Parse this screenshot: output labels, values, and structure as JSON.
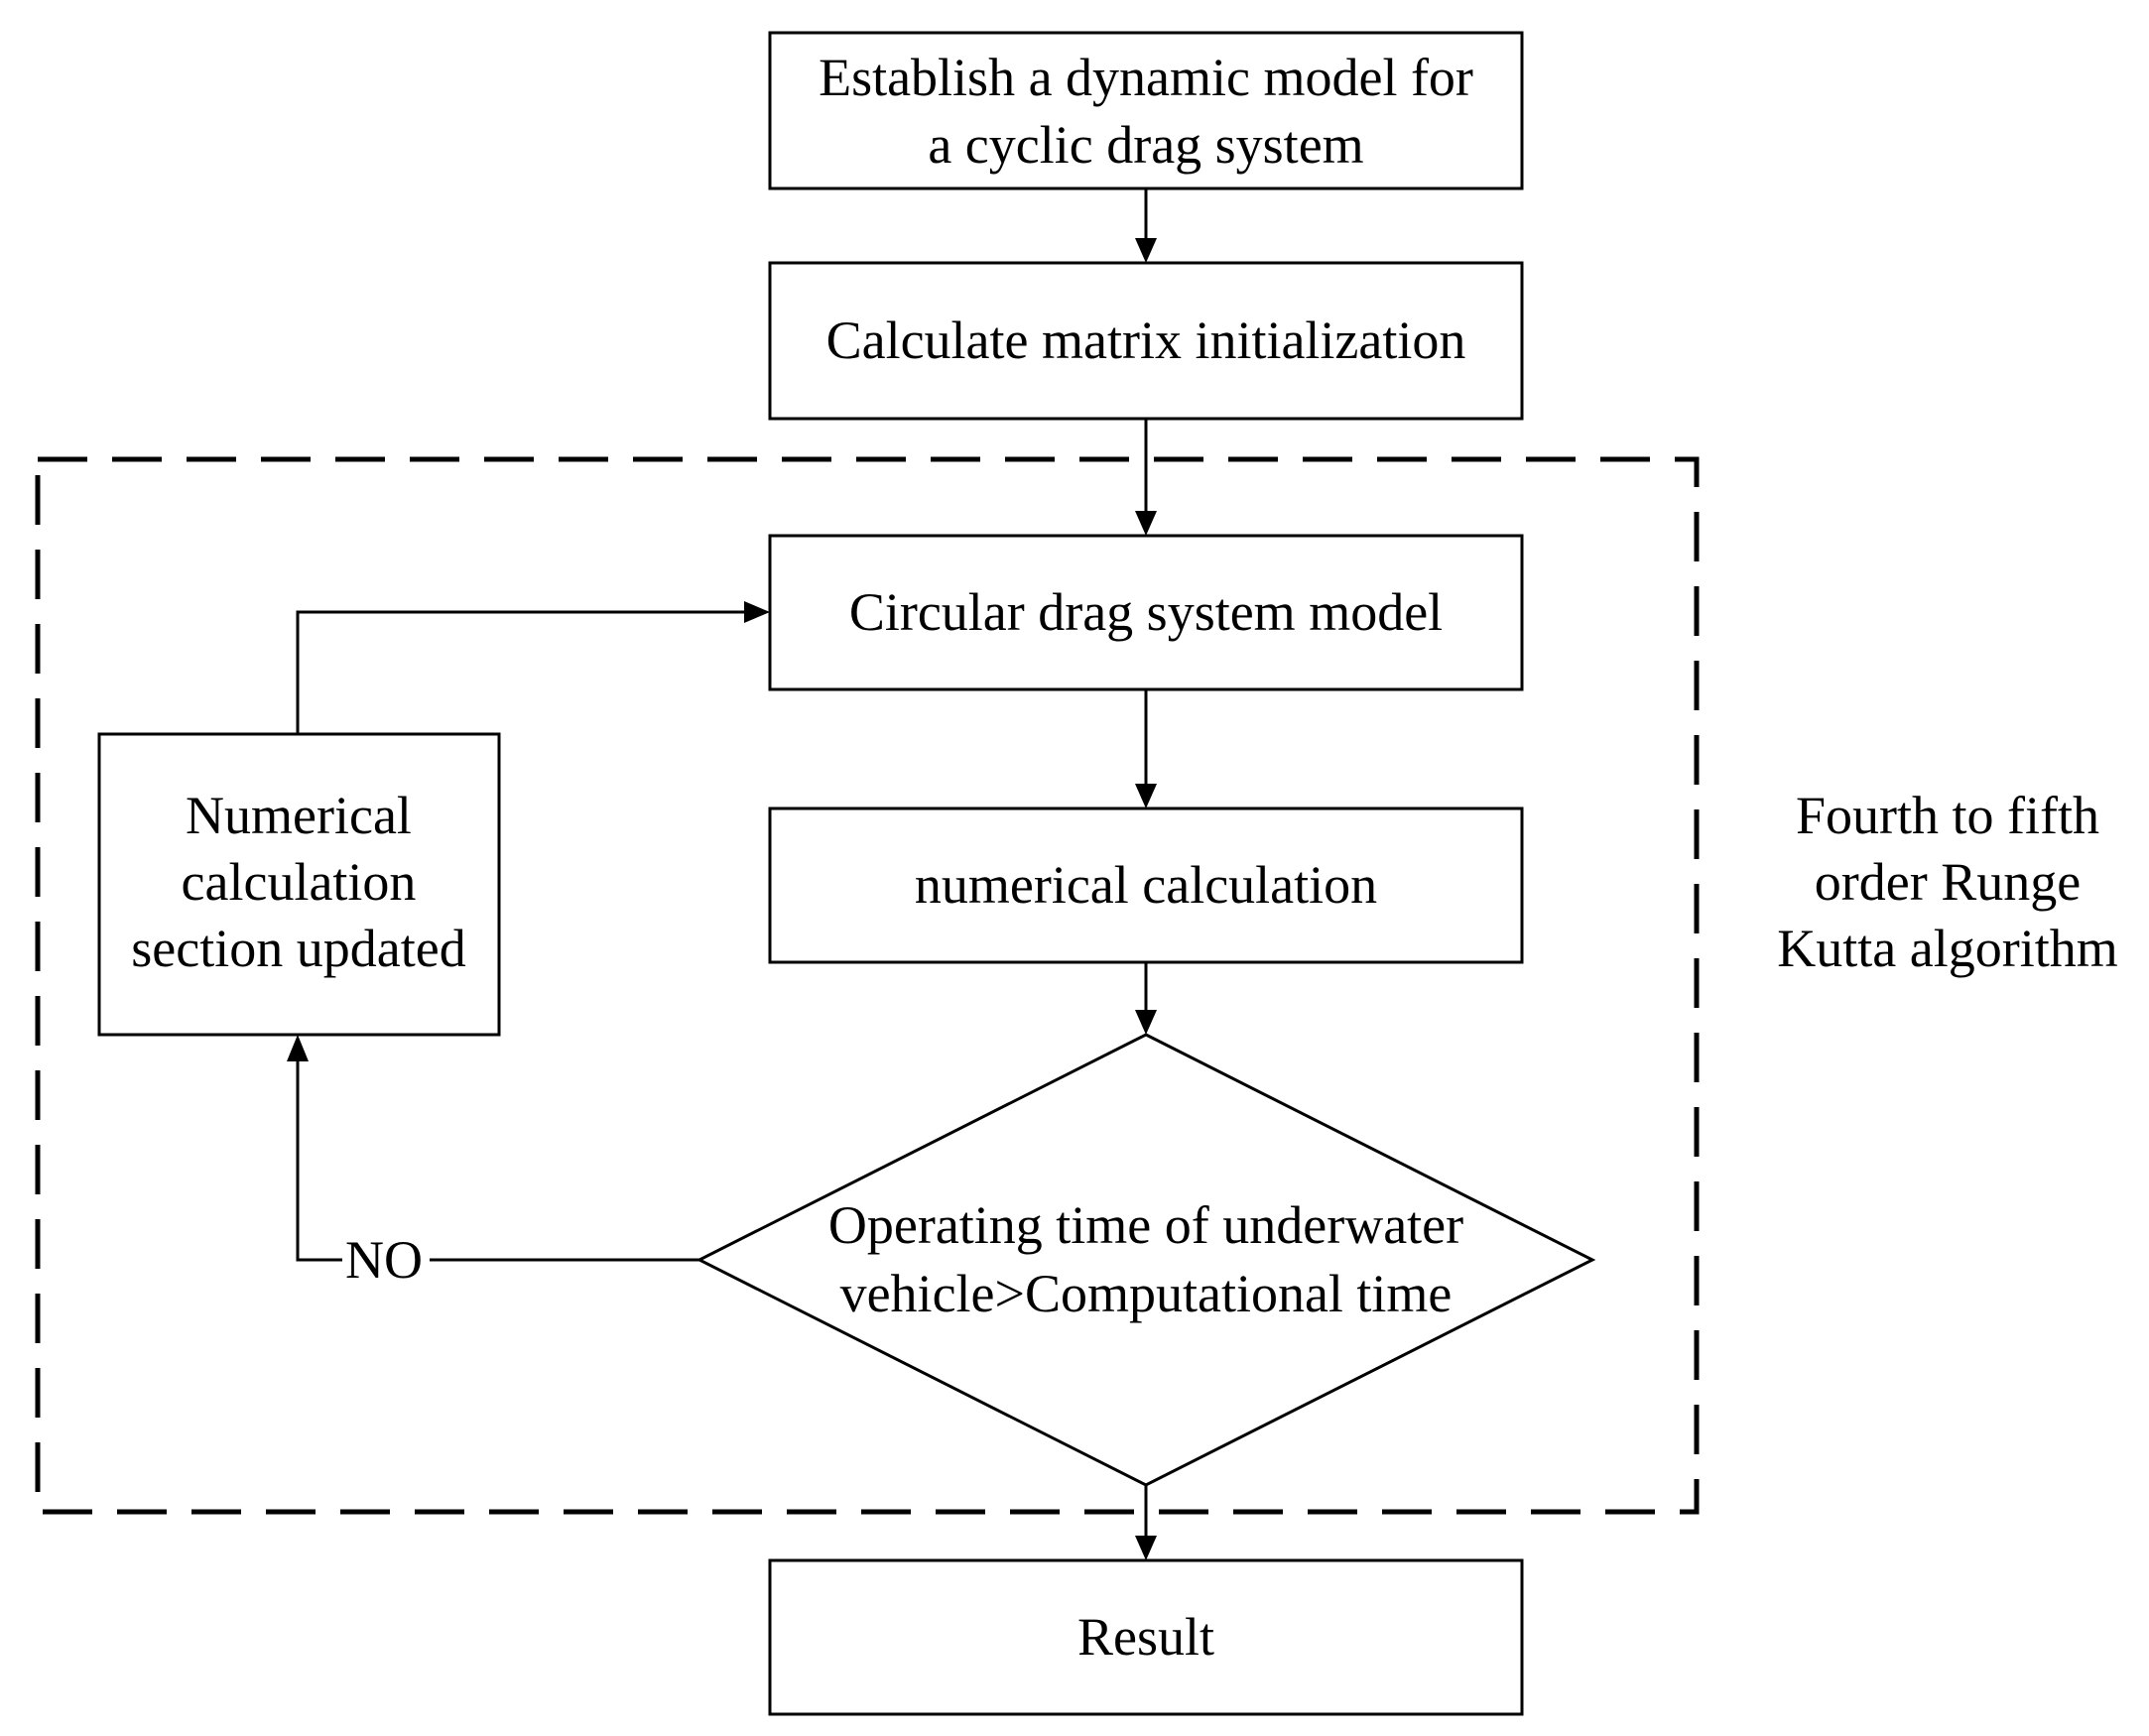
{
  "nodes": {
    "establish_model": {
      "lines": [
        "Establish a dynamic model for",
        "a cyclic drag system"
      ]
    },
    "init_matrix": {
      "lines": [
        "Calculate matrix initialization"
      ]
    },
    "drag_model": {
      "lines": [
        "Circular drag system model"
      ]
    },
    "numerical_calc": {
      "lines": [
        "numerical calculation"
      ]
    },
    "decision": {
      "lines": [
        "Operating time of underwater",
        "vehicle>Computational time"
      ]
    },
    "section_update": {
      "lines": [
        "Numerical",
        "calculation",
        "section updated"
      ]
    },
    "result": {
      "lines": [
        "Result"
      ]
    }
  },
  "edge_labels": {
    "no_branch": "NO"
  },
  "group": {
    "lines": [
      "Fourth to fifth",
      "order Runge",
      "Kutta algorithm"
    ]
  }
}
